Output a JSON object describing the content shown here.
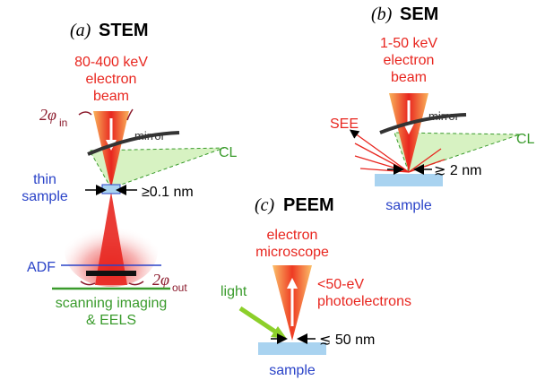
{
  "panels": {
    "stem": {
      "letter": "(a)",
      "title": "STEM",
      "beam": [
        "80-400 keV",
        "electron",
        "beam"
      ],
      "angle_in": {
        "symbol": "2φ",
        "sub": "in"
      },
      "angle_out": {
        "symbol": "2φ",
        "sub": "out"
      },
      "mirror": "mirror",
      "cl": "CL",
      "sample": [
        "thin",
        "sample"
      ],
      "resolution": "≥0.1 nm",
      "adf": "ADF",
      "detector": [
        "scanning imaging",
        "& EELS"
      ]
    },
    "sem": {
      "letter": "(b)",
      "title": "SEM",
      "beam": [
        "1-50 keV",
        "electron",
        "beam"
      ],
      "see": "SEE",
      "mirror": "mirror",
      "cl": "CL",
      "resolution": "≳ 2 nm",
      "sample": "sample"
    },
    "peem": {
      "letter": "(c)",
      "title": "PEEM",
      "microscope": [
        "electron",
        "microscope"
      ],
      "light": "light",
      "photoelectrons": [
        "<50-eV",
        "photoelectrons"
      ],
      "resolution": "≲ 50 nm",
      "sample": "sample"
    }
  },
  "colors": {
    "beam_red": "#e8261f",
    "beam_orange": "#f7a348",
    "label_red": "#e8261f",
    "label_dark_red": "#8b1a2c",
    "cl_green": "#3a9b2c",
    "light_green": "#8ccf2a",
    "sample_blue": "#2a43c8",
    "sample_fill": "#a9d3f0",
    "mirror": "#333333"
  }
}
